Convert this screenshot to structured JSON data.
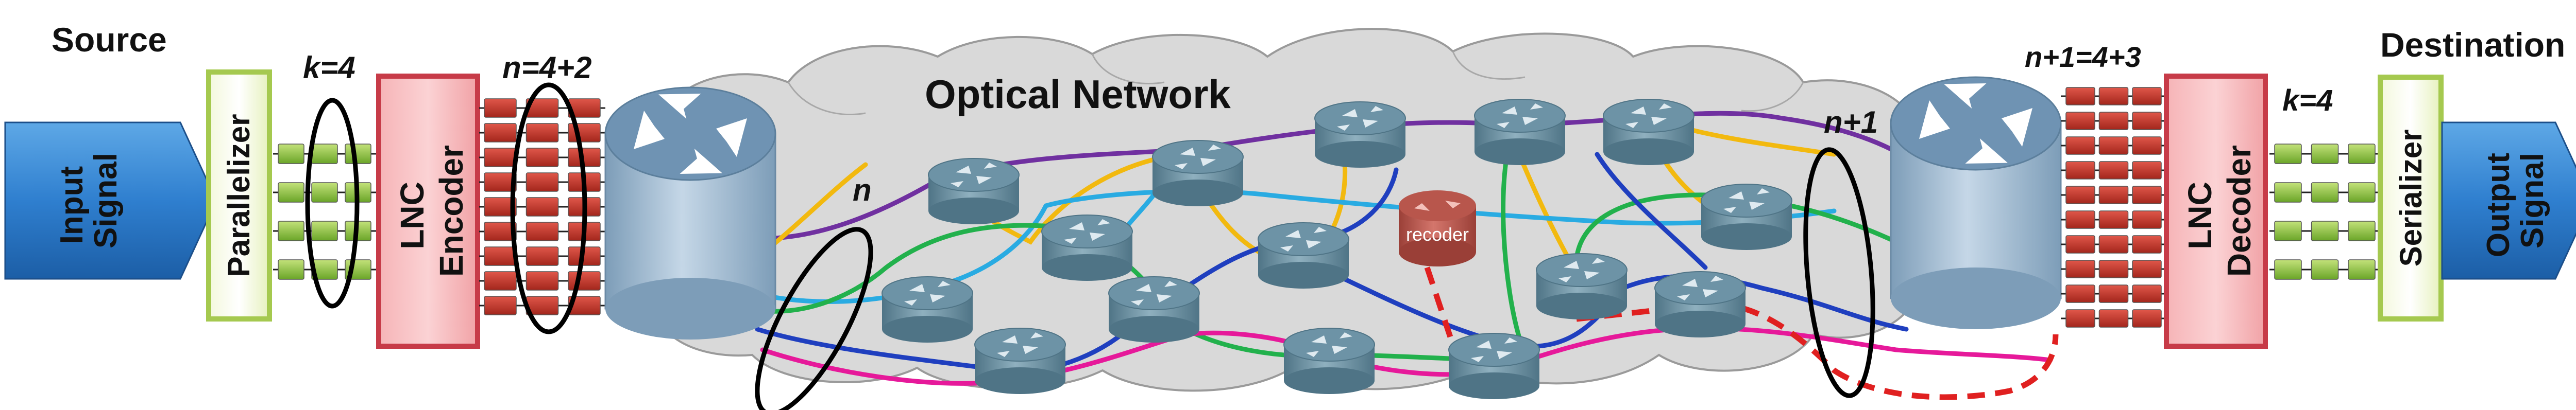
{
  "labels": {
    "source": "Source",
    "destination": "Destination",
    "optical_network": "Optical  Network",
    "k_in": "k=4",
    "n_enc": "n=4+2",
    "n_link": "n",
    "n_plus_1": "n+1",
    "n_plus_1_dec": "n+1=4+3",
    "k_out": "k=4",
    "recoder": "recoder"
  },
  "blocks": {
    "input_signal": [
      "Input",
      "Signal"
    ],
    "parallelizer": "Parallelizer",
    "lnc_encoder": [
      "LNC",
      "Encoder"
    ],
    "lnc_decoder": [
      "LNC",
      "Decoder"
    ],
    "serializer": "Serializer",
    "output_signal": [
      "Output",
      "Signal"
    ]
  },
  "colors": {
    "cloud": "#d9d9d9",
    "green_packet": "#8fc63f",
    "red_packet": "#c0392b",
    "purple": "#7030a0",
    "orange": "#f2b90f",
    "skyblue": "#29abe2",
    "green": "#22b14c",
    "navy": "#1f3fbf",
    "magenta": "#e6199a",
    "dashed_red": "#e02020"
  }
}
